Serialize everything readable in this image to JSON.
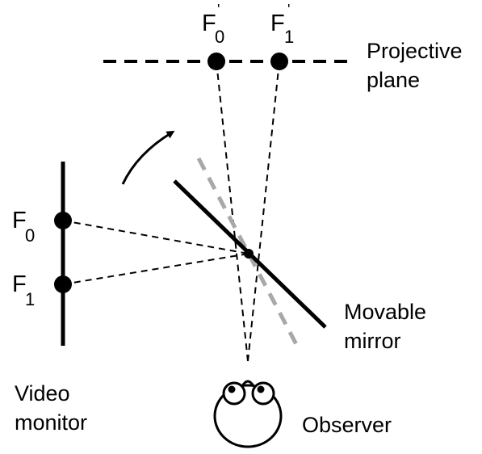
{
  "labels": {
    "projective_plane_line1": "Projective",
    "projective_plane_line2": "plane",
    "movable_mirror_line1": "Movable",
    "movable_mirror_line2": "mirror",
    "video_monitor_line1": "Video",
    "video_monitor_line2": "monitor",
    "observer": "Observer"
  },
  "points": {
    "f0_letter": "F",
    "f0_sub": "0",
    "f1_letter": "F",
    "f1_sub": "1",
    "f0_prime_letter": "F",
    "f0_prime_sub": "0",
    "f0_prime_mark": "'",
    "f1_prime_letter": "F",
    "f1_prime_sub": "1",
    "f1_prime_mark": "'"
  },
  "colors": {
    "ink": "#000000",
    "rotated_mirror": "#a8a8a8"
  },
  "icons": {
    "rotation_arrow": "curved-arrow-icon",
    "observer": "observer-eyes-icon"
  }
}
